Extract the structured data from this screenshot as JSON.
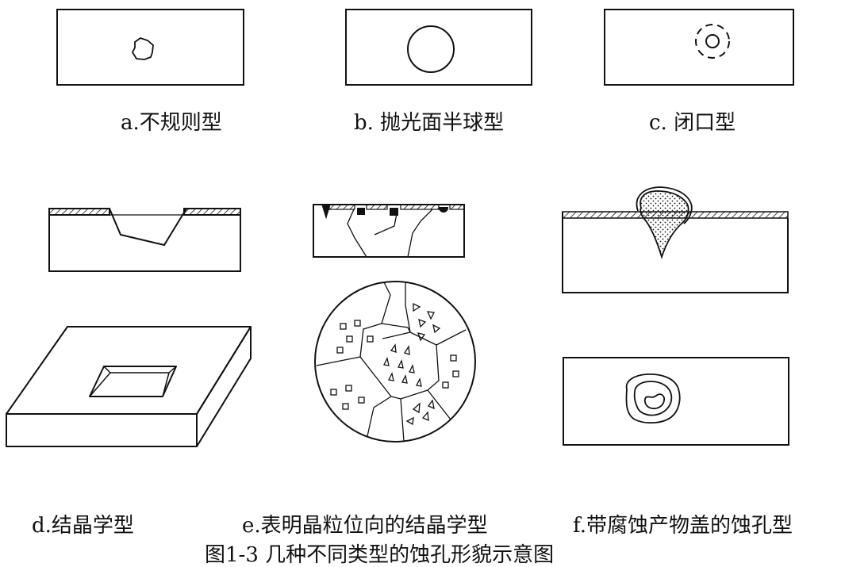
{
  "captions": {
    "a": "a.不规则型",
    "b": "b. 抛光面半球型",
    "c": "c. 闭口型",
    "d": "d.结晶学型",
    "e": "e.表明晶粒位向的结晶学型",
    "f": "f.带腐蚀产物盖的蚀孔型",
    "figure": "图1-3 几种不同类型的蚀孔形貌示意图"
  },
  "colors": {
    "ink": "#111111",
    "background": "#ffffff"
  }
}
